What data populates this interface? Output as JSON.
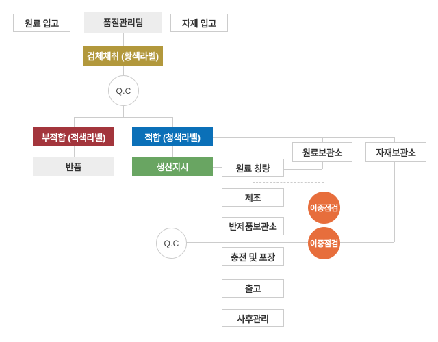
{
  "flowchart": {
    "top_row": {
      "raw_material_in": "원료 입고",
      "quality_team": "품질관리팀",
      "material_in": "자재 입고"
    },
    "sampling": "검체채취 (황색라벨)",
    "qc_circle_1": "Q.C",
    "reject": "부적합 (적색라벨)",
    "accept": "적합 (청색라벨)",
    "return": "반품",
    "production_order": "생산지시",
    "storage": {
      "raw_material_storage": "원료보관소",
      "material_storage": "자재보관소"
    },
    "process": {
      "weighing": "원료 칭량",
      "manufacturing": "제조",
      "semi_product_storage": "반제품보관소",
      "filling_packaging": "충전 및 포장",
      "shipping": "출고",
      "post_management": "사후관리"
    },
    "qc_circle_2": "Q.C",
    "double_check_1": "이중점검",
    "double_check_2": "이중점검",
    "colors": {
      "gold": "#b2983c",
      "red": "#a3353c",
      "blue": "#0b70b8",
      "green": "#69a562",
      "orange": "#e76e3c",
      "gray_fill": "#ededed",
      "line": "#cccccc",
      "text_dark": "#333333"
    }
  }
}
